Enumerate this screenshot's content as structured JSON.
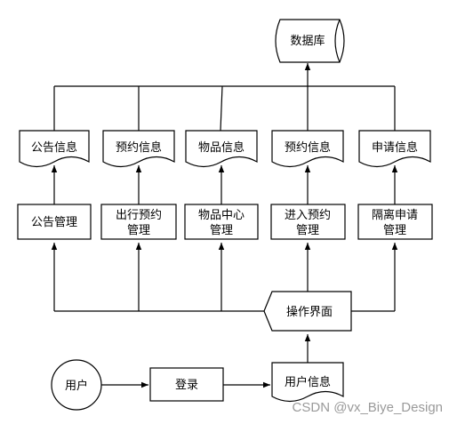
{
  "diagram": {
    "database": "数据库",
    "docs": {
      "announcement_info": "公告信息",
      "reservation_info_1": "预约信息",
      "item_info": "物品信息",
      "reservation_info_2": "预约信息",
      "application_info": "申请信息"
    },
    "processes": {
      "announcement_mgmt": "公告管理",
      "outbound_reservation_mgmt": [
        "出行预约",
        "管理"
      ],
      "item_center_mgmt": [
        "物品中心",
        "管理"
      ],
      "entry_reservation_mgmt": [
        "进入预约",
        "管理"
      ],
      "isolation_application_mgmt": [
        "隔离申请",
        "管理"
      ]
    },
    "operation_ui": "操作界面",
    "user": "用户",
    "login": "登录",
    "user_info": "用户信息"
  },
  "watermark": "CSDN @vx_Biye_Design"
}
